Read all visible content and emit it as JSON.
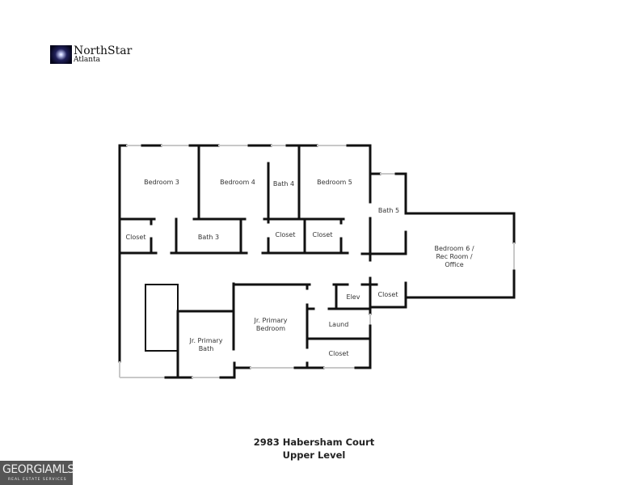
{
  "branding": {
    "logo_main": "NorthStar",
    "logo_sub": "Atlanta",
    "mls_main": "GEORGIAMLS",
    "mls_sub": "REAL ESTATE SERVICES"
  },
  "caption": {
    "address": "2983 Habersham Court",
    "level": "Upper Level"
  },
  "rooms": {
    "bedroom3": "Bedroom 3",
    "bedroom4": "Bedroom 4",
    "bath4": "Bath 4",
    "bedroom5": "Bedroom 5",
    "bath5": "Bath 5",
    "closet1": "Closet",
    "bath3": "Bath 3",
    "closet2": "Closet",
    "closet3": "Closet",
    "bedroom6": [
      "Bedroom 6 /",
      "Rec Room /",
      "Office"
    ],
    "elev": "Elev",
    "closet4": "Closet",
    "jr_bedroom": [
      "Jr. Primary",
      "Bedroom"
    ],
    "laund": "Laund",
    "jr_bath": [
      "Jr. Primary",
      "Bath"
    ],
    "closet5": "Closet"
  },
  "colors": {
    "wall": "#111111",
    "window": "#c8c8c8"
  }
}
